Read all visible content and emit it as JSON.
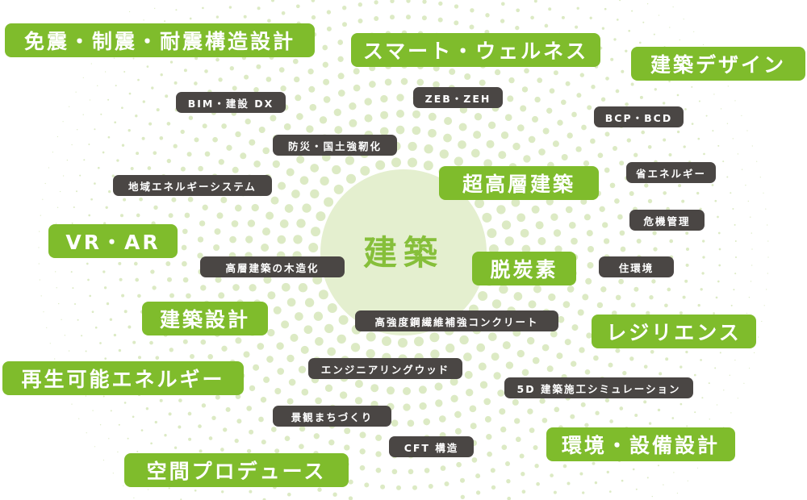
{
  "center": {
    "label": "建築"
  },
  "colors": {
    "primary_tag": "#7fbc2c",
    "secondary_tag": "#4a4644",
    "center_circle": "#e4efcf",
    "center_text": "#86bf3a",
    "dots": "#dceac4"
  },
  "primary_tags": [
    "免震・制震・耐震構造設計",
    "スマート・ウェルネス",
    "建築デザイン",
    "超高層建築",
    "VR・AR",
    "脱炭素",
    "建築設計",
    "レジリエンス",
    "再生可能エネルギー",
    "環境・設備設計",
    "空間プロデュース"
  ],
  "secondary_tags": [
    "BIM・建設 DX",
    "ZEB・ZEH",
    "BCP・BCD",
    "防災・国土強靭化",
    "省エネルギー",
    "地域エネルギーシステム",
    "危機管理",
    "高層建築の木造化",
    "住環境",
    "高強度鋼繊維補強コンクリート",
    "エンジニアリングウッド",
    "5D 建築施工シミュレーション",
    "景観まちづくり",
    "CFT 構造"
  ]
}
